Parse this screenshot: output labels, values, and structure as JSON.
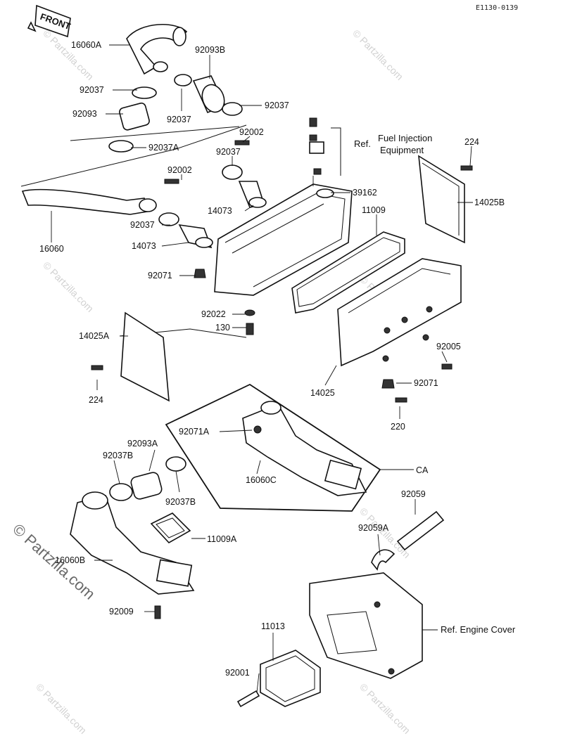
{
  "diagram_code": "E1130-0139",
  "front_label": "FRONT",
  "kit_label": "CA",
  "references": {
    "fuel_injection_line1": "Fuel Injection",
    "fuel_injection_line2": "Equipment",
    "ref": "Ref.",
    "engine_cover": "Ref. Engine Cover"
  },
  "labels": {
    "l_16060A": "16060A",
    "l_92093B": "92093B",
    "l_92037_a": "92037",
    "l_92093": "92093",
    "l_92037_b": "92037",
    "l_92037_c": "92037",
    "l_92037A": "92037A",
    "l_92002_a": "92002",
    "l_92037_d": "92037",
    "l_92002_b": "92002",
    "l_39162": "39162",
    "l_224_a": "224",
    "l_14025B": "14025B",
    "l_11009": "11009",
    "l_14073_a": "14073",
    "l_92037_e": "92037",
    "l_14073_b": "14073",
    "l_16060": "16060",
    "l_92071_a": "92071",
    "l_92022": "92022",
    "l_130": "130",
    "l_14025A": "14025A",
    "l_92005": "92005",
    "l_14025": "14025",
    "l_92071_b": "92071",
    "l_224_b": "224",
    "l_220": "220",
    "l_92071A": "92071A",
    "l_92093A": "92093A",
    "l_92037B_a": "92037B",
    "l_16060C": "16060C",
    "l_92037B_b": "92037B",
    "l_92059": "92059",
    "l_92059A": "92059A",
    "l_11009A": "11009A",
    "l_16060B": "16060B",
    "l_92009": "92009",
    "l_11013": "11013",
    "l_92001": "92001"
  },
  "watermark": {
    "copyright": "© Partzilla.com",
    "brand": "© Partzilla.com"
  }
}
